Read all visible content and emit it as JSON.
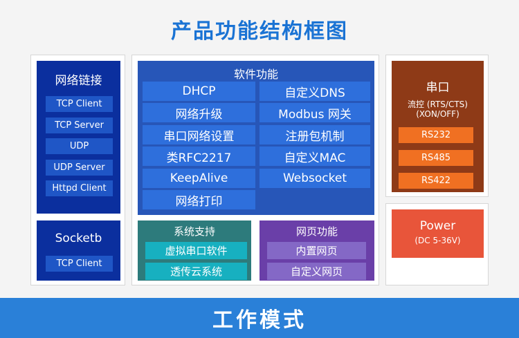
{
  "title": "产品功能结构框图",
  "network": {
    "title": "网络链接",
    "items": [
      "TCP Client",
      "TCP Server",
      "UDP",
      "UDP Server",
      "Httpd Client"
    ]
  },
  "socketb": {
    "title": "Socketb",
    "items": [
      "TCP Client"
    ]
  },
  "software": {
    "title": "软件功能",
    "items": [
      "DHCP",
      "自定义DNS",
      "网络升级",
      "Modbus 网关",
      "串口网络设置",
      "注册包机制",
      "类RFC2217",
      "自定义MAC",
      "KeepAlive",
      "Websocket",
      "网络打印"
    ]
  },
  "system": {
    "title": "系统支持",
    "items": [
      "虚拟串口软件",
      "透传云系统"
    ]
  },
  "web": {
    "title": "网页功能",
    "items": [
      "内置网页",
      "自定义网页"
    ]
  },
  "serial": {
    "title": "串口",
    "line1": "流控 (RTS/CTS)",
    "line2": "(XON/OFF)",
    "items": [
      "RS232",
      "RS485",
      "RS422"
    ]
  },
  "power": {
    "title": "Power",
    "sub": "(DC 5-36V)"
  },
  "footer": "工作模式",
  "colors": {
    "title_blue": "#1a73d4",
    "network_bg": "#0b2f9e",
    "software_bg": "#2756b8",
    "system_bg": "#2d7b7c",
    "web_bg": "#6a3fa8",
    "serial_bg": "#8e3a17",
    "rs_orange": "#f07022",
    "power_red": "#e8553a",
    "footer_blue": "#2a80d8"
  }
}
